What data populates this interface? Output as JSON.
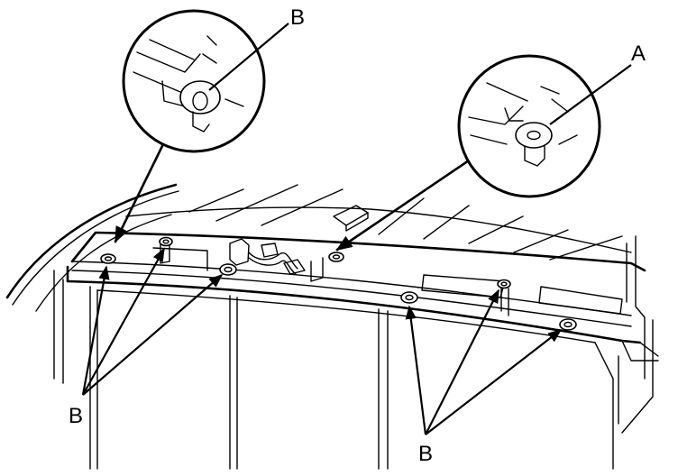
{
  "labels": {
    "detail_left": "B",
    "detail_right": "A",
    "group_left": "B",
    "group_right": "B"
  },
  "colors": {
    "line": "#000000",
    "background": "#ffffff"
  }
}
